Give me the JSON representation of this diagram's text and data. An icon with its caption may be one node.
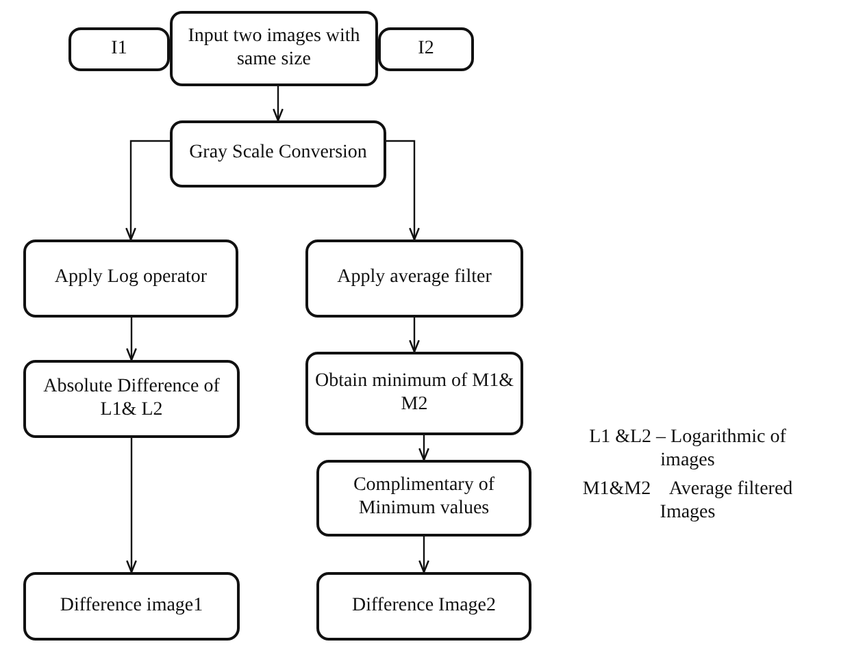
{
  "diagram": {
    "nodes": [
      {
        "text": [
          "I1"
        ]
      },
      {
        "text": [
          "Input two images with same size"
        ]
      },
      {
        "text": [
          "I2"
        ]
      },
      {
        "text": [
          "Gray Scale Conversion"
        ]
      },
      {
        "text": [
          "Apply Log operator"
        ]
      },
      {
        "text": [
          "Apply average filter"
        ]
      },
      {
        "text": [
          "Absolute Difference of L1& L2"
        ]
      },
      {
        "text": [
          "Obtain minimum of M1& M2"
        ]
      },
      {
        "text": [
          "Complimentary of Minimum values"
        ]
      },
      {
        "text": [
          "Difference image1"
        ]
      },
      {
        "text": [
          "Difference Image2"
        ]
      }
    ],
    "edges": [
      {
        "from": 1,
        "to": 3,
        "arrow": "to"
      },
      {
        "from": 3,
        "to": 4,
        "arrow": "to"
      },
      {
        "from": 3,
        "to": 5,
        "arrow": "to"
      },
      {
        "from": 4,
        "to": 6,
        "arrow": "to"
      },
      {
        "from": 6,
        "to": 9,
        "arrow": "to"
      },
      {
        "from": 5,
        "to": 7,
        "arrow": "to"
      },
      {
        "from": 7,
        "to": 8,
        "arrow": "to"
      },
      {
        "from": 8,
        "to": 10,
        "arrow": "to"
      }
    ],
    "labels": [
      "L1 &L2 – Logarithmic of images",
      "M1&M2    Average filtered Images"
    ]
  }
}
